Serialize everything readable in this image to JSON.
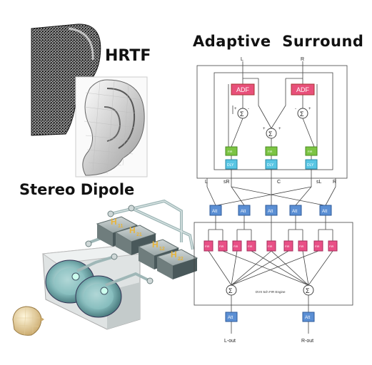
{
  "titles": {
    "hrtf": "HRTF",
    "dipole": "Stereo Dipole",
    "surround": "Adaptive  Surround"
  },
  "surround": {
    "inputs": [
      "L",
      "R"
    ],
    "adf_label": "ADF",
    "sigma": "Σ",
    "signs": {
      "plus": "+",
      "minus": "-"
    },
    "fir_labels": [
      "FIR\nS",
      "FIR\nC",
      "FIR\nS"
    ],
    "fir_short": "FIR",
    "dly_label": "DLY",
    "mid_labels": [
      "L",
      "sR",
      "C",
      "sL",
      "R"
    ],
    "att_label": "Att",
    "engine_label": "DVX 5ch FIR Engine",
    "outputs": [
      "L-out",
      "R-out"
    ]
  },
  "colors": {
    "adf": "#e8507a",
    "fir_green": "#7cc443",
    "dly_blue": "#59c6e4",
    "att_blue": "#5b8fd4",
    "fir_pink": "#e94f86",
    "box_gold": "#e6b43c"
  },
  "dipole_boxes": [
    {
      "main": "H",
      "sub": "11"
    },
    {
      "main": "H",
      "sub": "21"
    },
    {
      "main": "H",
      "sub": "12"
    },
    {
      "main": "H",
      "sub": "22"
    }
  ]
}
